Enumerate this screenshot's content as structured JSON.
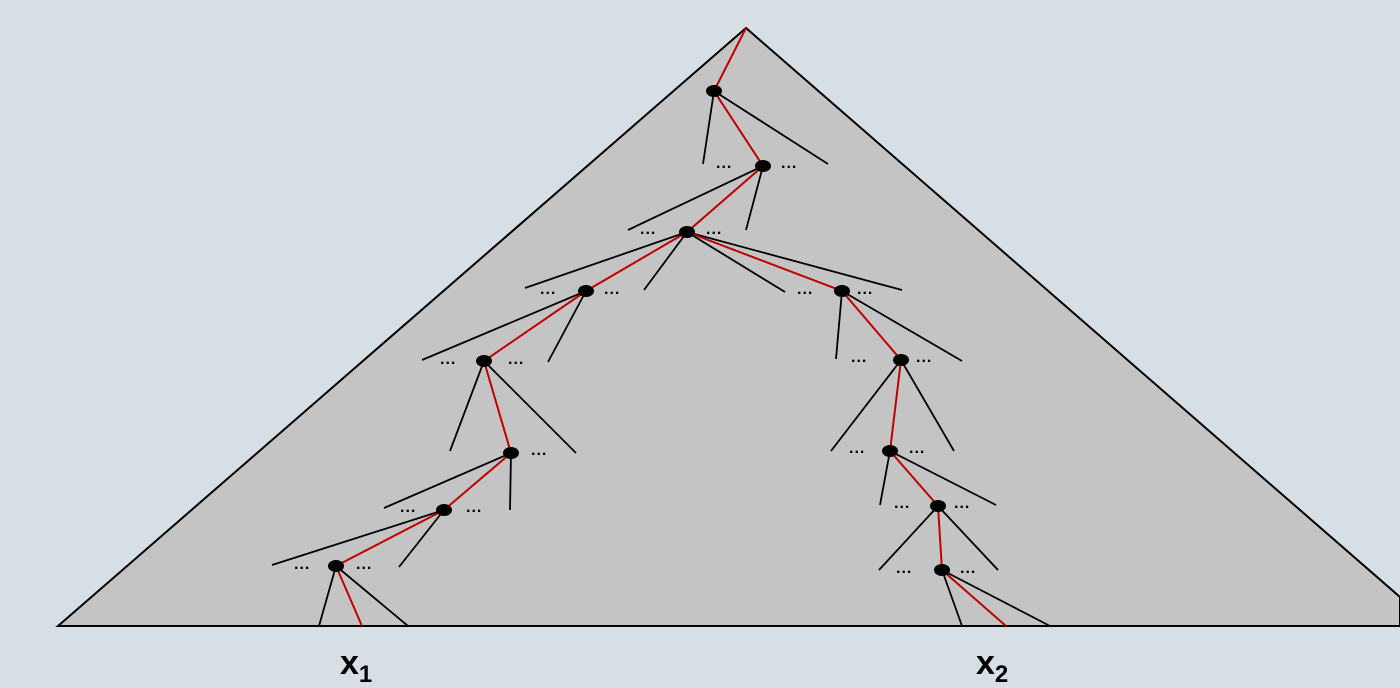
{
  "colors": {
    "background": "#d6dfe6",
    "triangle_fill": "#c4c4c4",
    "edge": "#000000",
    "path": "#c00000",
    "node": "#000000"
  },
  "ellipsis": "...",
  "leaves": {
    "left": {
      "base": "x",
      "subscript": "1"
    },
    "right": {
      "base": "x",
      "subscript": "2"
    }
  }
}
